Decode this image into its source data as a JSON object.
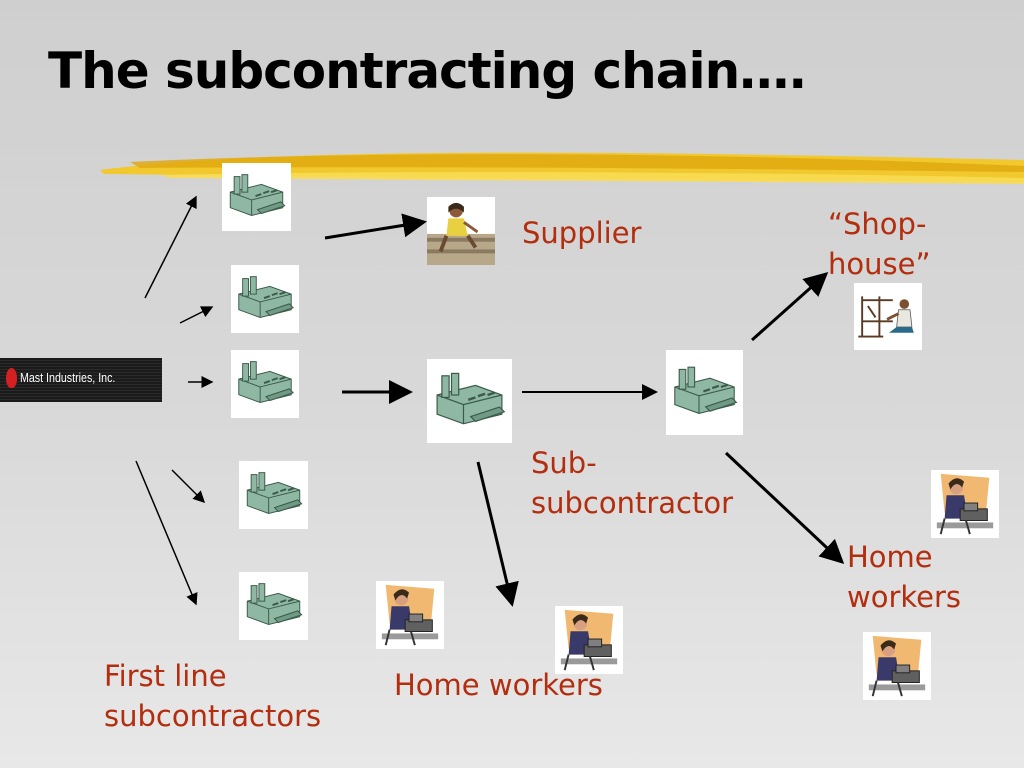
{
  "title": "The subcontracting chain….",
  "logo": {
    "text": "Mast Industries, Inc."
  },
  "labels": {
    "supplier": "Supplier",
    "shophouse": "“Shop-\nhouse”",
    "subsub": "Sub-\nsubcontractor",
    "home_workers_right": "Home\nworkers",
    "home_workers_center": "Home workers",
    "first_line": "First line\nsubcontractors"
  },
  "icons": {
    "factory": "factory-icon",
    "supplier": "woman-sitting-icon",
    "weaver": "loom-weaver-icon",
    "sewing": "sewing-machine-worker-icon"
  },
  "colors": {
    "label": "#b32d0f",
    "brush": "#f2c51a",
    "factory": "#8fb8a4"
  }
}
